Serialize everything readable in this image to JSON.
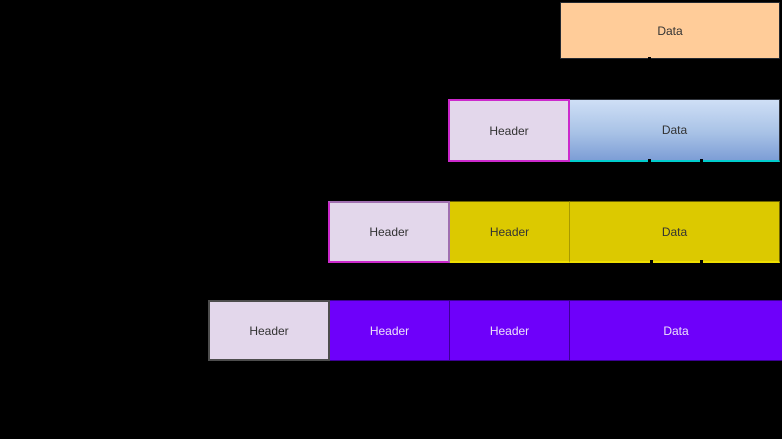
{
  "diagram": {
    "description_visible_text_only": "protocol encapsulation stack of header/data boxes",
    "rows": [
      {
        "cells": [
          {
            "label": "Data"
          }
        ]
      },
      {
        "cells": [
          {
            "label": "Header"
          },
          {
            "label": "Data"
          }
        ]
      },
      {
        "cells": [
          {
            "label": "Header"
          },
          {
            "label": "Header"
          },
          {
            "label": "Data"
          }
        ]
      },
      {
        "cells": [
          {
            "label": "Header"
          },
          {
            "label": "Header"
          },
          {
            "label": "Header"
          },
          {
            "label": "Data"
          }
        ]
      }
    ],
    "colors": {
      "background": "#000000",
      "orange_data_fill": "#FFCC99",
      "lavender_header_fill": "#E3D7EB",
      "magenta_header_border": "#CC29CC",
      "gray_header_border": "#4D4D4D",
      "blue_data_gradient_top": "#CFDFF6",
      "blue_data_gradient_bottom": "#7D9ED6",
      "cyan_bottom_border": "#00CCCC",
      "yellow_fill": "#DCC900",
      "purple_fill": "#6E00FA",
      "dark_text": "#333333",
      "light_text": "#EDE1FA"
    }
  }
}
